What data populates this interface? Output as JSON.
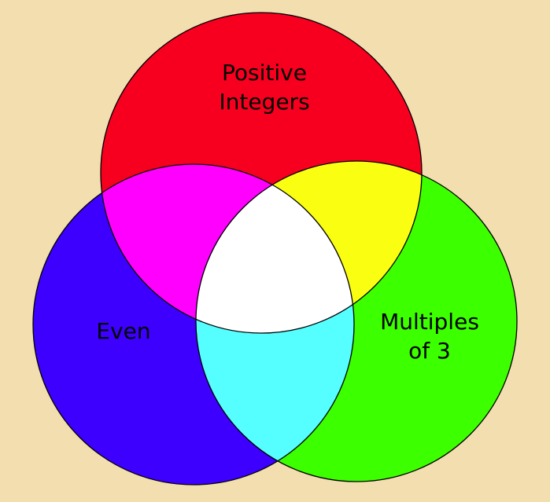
{
  "diagram": {
    "type": "venn",
    "sets": [
      {
        "id": "positive",
        "label_lines": [
          "Positive",
          "Integers"
        ],
        "color": "#F7001F"
      },
      {
        "id": "even",
        "label_lines": [
          "Even"
        ],
        "color": "#3D00FF"
      },
      {
        "id": "mult3",
        "label_lines": [
          "Multiples",
          "of 3"
        ],
        "color": "#3CFF00"
      }
    ],
    "intersections": {
      "positive_even": "#FF00FF",
      "positive_mult3": "#FAFF12",
      "even_mult3": "#55FFFF",
      "all": "#FFFFFF"
    },
    "background": "#F3DEB0"
  }
}
